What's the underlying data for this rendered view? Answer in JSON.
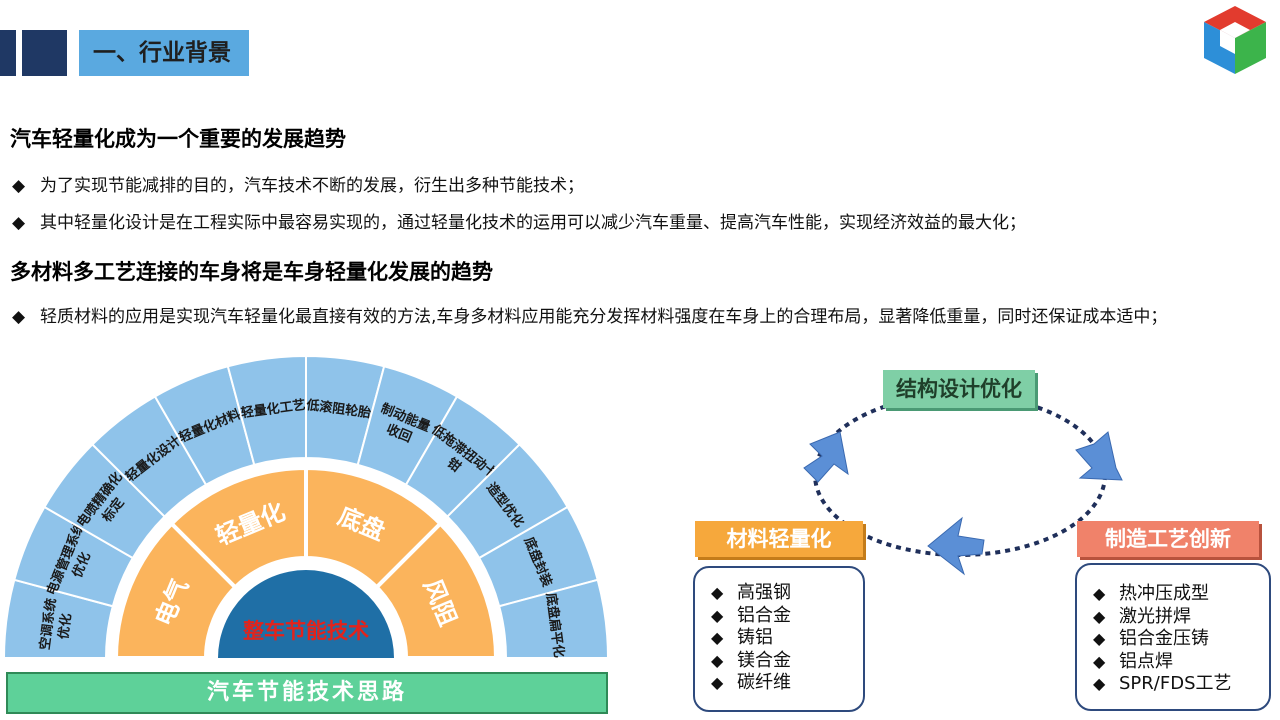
{
  "header": {
    "title": "一、行业背景"
  },
  "section1": {
    "heading": "汽车轻量化成为一个重要的发展趋势",
    "bullets": [
      "为了实现节能减排的目的，汽车技术不断的发展，衍生出多种节能技术；",
      "其中轻量化设计是在工程实际中最容易实现的，通过轻量化技术的运用可以减少汽车重量、提高汽车性能，实现经济效益的最大化；"
    ]
  },
  "section2": {
    "heading": "多材料多工艺连接的车身将是车身轻量化发展的趋势",
    "bullets": [
      "轻质材料的应用是实现汽车轻量化最直接有效的方法,车身多材料应用能充分发挥材料强度在车身上的合理布局，显著降低重量，同时还保证成本适中；"
    ]
  },
  "bullet_symbol": "◆",
  "fan": {
    "center_label": "整车节能技术",
    "inner": [
      "电气",
      "轻量化",
      "底盘",
      "风阻"
    ],
    "outer": [
      "空调系统\n优化",
      "电源管理系统\n优化",
      "电喷精确化\n标定",
      "轻量化设计",
      "轻量化材料",
      "轻量化工艺",
      "低滚阻轮胎",
      "制动能量\n收回",
      "低拖滞扭动卡\n钳",
      "造型优化",
      "底盘封装",
      "底盘扁平化"
    ],
    "banner": "汽车节能技术思路",
    "colors": {
      "outer": "#8fc3ea",
      "inner": "#fbb45c",
      "center": "#1f6fa6",
      "center_text": "#e3231b"
    }
  },
  "cycle": {
    "top": "结构设计优化",
    "left": "材料轻量化",
    "right": "制造工艺创新",
    "left_items": [
      "高强钢",
      "铝合金",
      "铸铝",
      "镁合金",
      "碳纤维"
    ],
    "right_items": [
      "热冲压成型",
      "激光拼焊",
      "铝合金压铸",
      "铝点焊",
      "SPR/FDS工艺"
    ],
    "colors": {
      "top": "#7fcfa6",
      "left": "#f6a83c",
      "right": "#f0826a",
      "arrow": "#5b8fd6"
    }
  }
}
